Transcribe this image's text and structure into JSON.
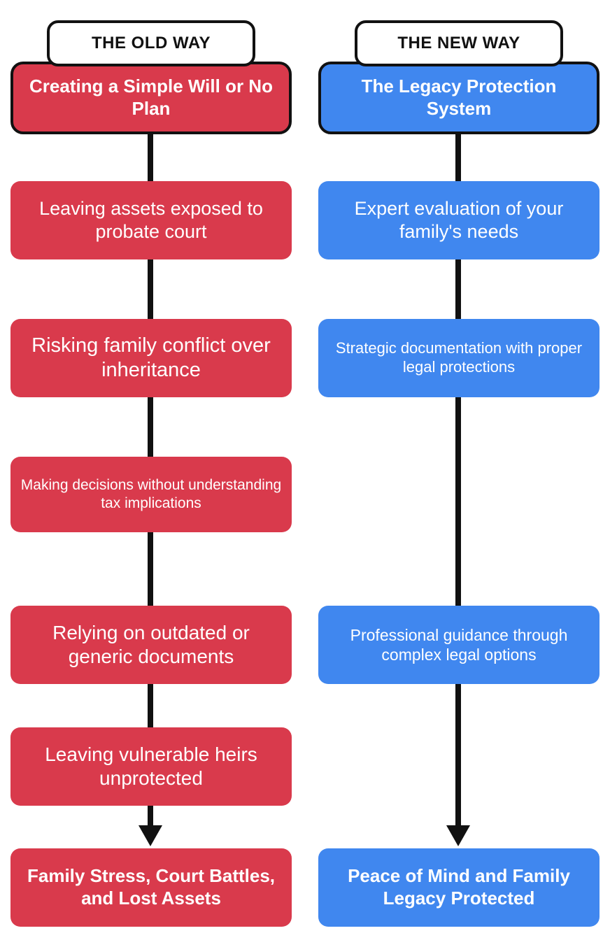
{
  "diagram": {
    "type": "two-column-comparison-flowchart",
    "background_color": "#ffffff",
    "colors": {
      "old_way": "#d93a4c",
      "new_way": "#4087ef",
      "connector": "#111111",
      "header_background": "#ffffff",
      "header_text": "#111111",
      "node_text": "#ffffff"
    }
  },
  "columns": [
    {
      "id": "old-way",
      "header": "THE OLD WAY",
      "accent": "#d93a4c",
      "nodes": [
        {
          "id": "old-1",
          "text": "Creating a Simple Will or No Plan"
        },
        {
          "id": "old-2",
          "text": "Leaving assets exposed to probate court"
        },
        {
          "id": "old-3",
          "text": "Risking family conflict over inheritance"
        },
        {
          "id": "old-4",
          "text": "Making decisions without understanding tax implications"
        },
        {
          "id": "old-5",
          "text": "Relying on outdated or generic documents"
        },
        {
          "id": "old-6",
          "text": "Leaving vulnerable heirs unprotected"
        },
        {
          "id": "old-7",
          "text": "Family Stress, Court Battles, and Lost Assets"
        }
      ]
    },
    {
      "id": "new-way",
      "header": "THE NEW WAY",
      "accent": "#4087ef",
      "nodes": [
        {
          "id": "new-1",
          "text": "The Legacy Protection System"
        },
        {
          "id": "new-2",
          "text": "Expert evaluation of your family's needs"
        },
        {
          "id": "new-3",
          "text": "Strategic documentation with proper legal protections"
        },
        {
          "id": "new-4",
          "text": "Professional guidance through complex legal options"
        },
        {
          "id": "new-5",
          "text": "Peace of Mind and Family Legacy Protected"
        }
      ]
    }
  ]
}
